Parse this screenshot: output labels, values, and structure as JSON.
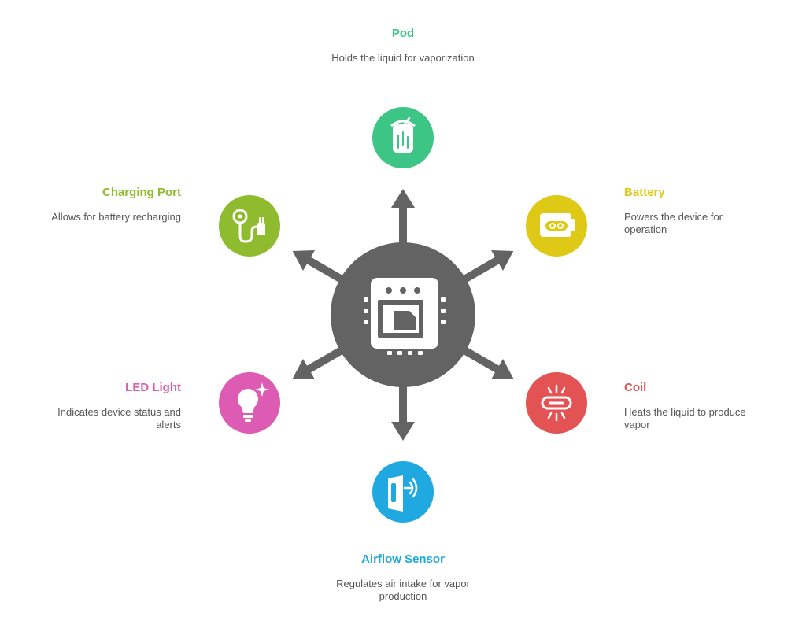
{
  "colors": {
    "hub": "#636363",
    "arrow": "#636363",
    "pod": "#3CC585",
    "battery": "#DFC917",
    "coil": "#E35353",
    "airflow": "#1FA9E0",
    "led": "#DD5BB2",
    "charging": "#8EBC2E",
    "text": "#555555"
  },
  "hub": {
    "icon": "circuit-board-icon"
  },
  "components": {
    "pod": {
      "title": "Pod",
      "desc": "Holds the liquid for vaporization",
      "icon": "pod-cartridge-icon"
    },
    "battery": {
      "title": "Battery",
      "desc": "Powers the device for operation",
      "icon": "battery-icon"
    },
    "coil": {
      "title": "Coil",
      "desc": "Heats the liquid to produce vapor",
      "icon": "heating-coil-icon"
    },
    "airflow": {
      "title": "Airflow Sensor",
      "desc": "Regulates air intake for vapor production",
      "icon": "airflow-sensor-icon"
    },
    "led": {
      "title": "LED Light",
      "desc": "Indicates device status and alerts",
      "icon": "light-bulb-icon"
    },
    "charging": {
      "title": "Charging Port",
      "desc": "Allows for battery recharging",
      "icon": "usb-cable-icon"
    }
  }
}
